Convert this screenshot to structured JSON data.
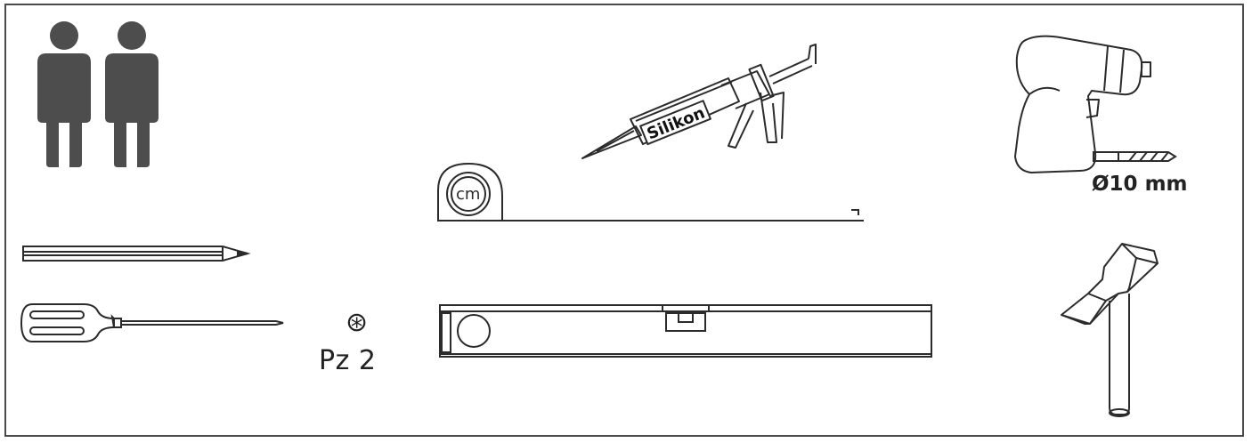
{
  "colors": {
    "stroke": "#2b2b2b",
    "person_fill": "#4d4d4d",
    "frame": "#4a4a4a"
  },
  "tools": {
    "persons": {
      "count": 2,
      "icon": "person-icon"
    },
    "caulking_gun": {
      "icon": "caulking-gun-icon",
      "tube_label": "Silikon"
    },
    "tape_measure": {
      "icon": "tape-measure-icon",
      "unit_label": "cm"
    },
    "drill": {
      "icon": "drill-icon",
      "bit_icon": "drill-bit-icon",
      "bit_size_label": "Ø10 mm"
    },
    "pencil": {
      "icon": "pencil-icon"
    },
    "screwdriver": {
      "icon": "screwdriver-icon"
    },
    "screw_bit": {
      "icon": "pozidriv-icon",
      "glyph": "⊛",
      "label": "Pz 2"
    },
    "spirit_level": {
      "icon": "spirit-level-icon"
    },
    "hammer": {
      "icon": "hammer-icon"
    }
  }
}
